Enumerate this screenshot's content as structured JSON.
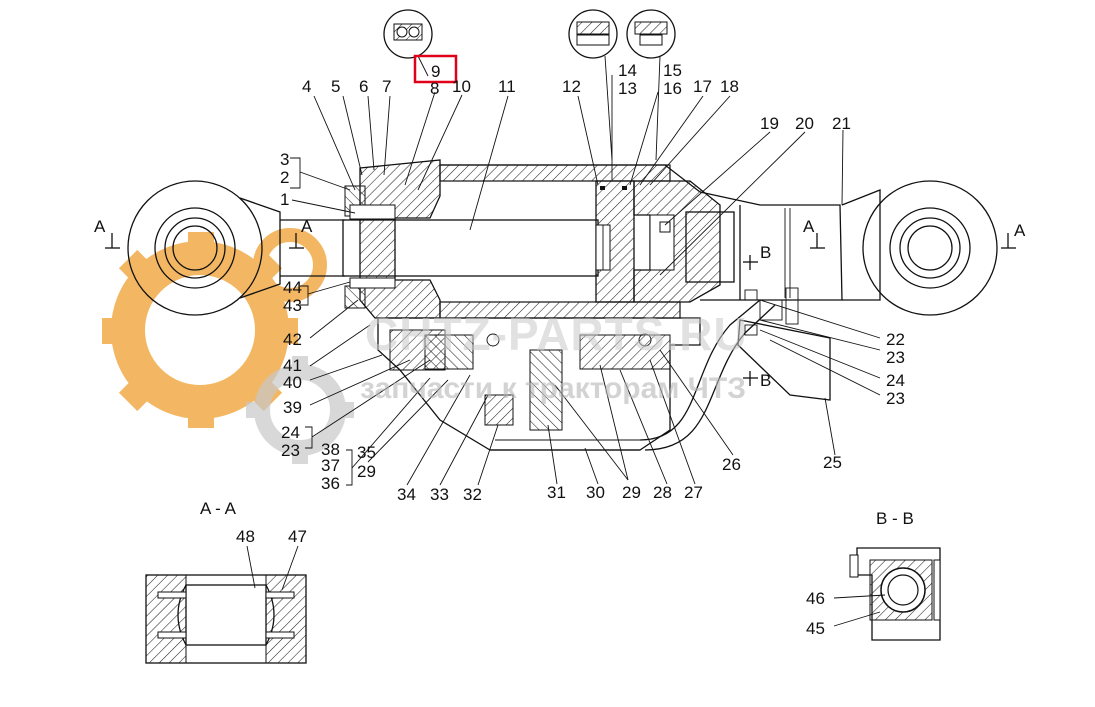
{
  "watermark": {
    "site": "CHTZ-PARTS.RU",
    "tagline": "запчасти к тракторам ЧТЗ"
  },
  "colors": {
    "highlight": "#e0001a",
    "gear_orange": "#f0a030",
    "gear_gray": "#c8c8c8",
    "line": "#111111",
    "hatch": "#333333"
  },
  "highlighted_callout": "9",
  "sections": {
    "aa": "A - A",
    "bb": "B - B"
  },
  "section_marks": {
    "a": "A",
    "b": "B"
  },
  "callouts": [
    {
      "id": "c1",
      "text": "1"
    },
    {
      "id": "c2",
      "text": "2"
    },
    {
      "id": "c3",
      "text": "3"
    },
    {
      "id": "c4",
      "text": "4"
    },
    {
      "id": "c5",
      "text": "5"
    },
    {
      "id": "c6",
      "text": "6"
    },
    {
      "id": "c7",
      "text": "7"
    },
    {
      "id": "c8",
      "text": "8"
    },
    {
      "id": "c9",
      "text": "9"
    },
    {
      "id": "c10",
      "text": "10"
    },
    {
      "id": "c11",
      "text": "11"
    },
    {
      "id": "c12",
      "text": "12"
    },
    {
      "id": "c13",
      "text": "13"
    },
    {
      "id": "c14",
      "text": "14"
    },
    {
      "id": "c15",
      "text": "15"
    },
    {
      "id": "c16",
      "text": "16"
    },
    {
      "id": "c17",
      "text": "17"
    },
    {
      "id": "c18",
      "text": "18"
    },
    {
      "id": "c19",
      "text": "19"
    },
    {
      "id": "c20",
      "text": "20"
    },
    {
      "id": "c21",
      "text": "21"
    },
    {
      "id": "c22",
      "text": "22"
    },
    {
      "id": "c23a",
      "text": "23"
    },
    {
      "id": "c24a",
      "text": "24"
    },
    {
      "id": "c23b",
      "text": "23"
    },
    {
      "id": "c25",
      "text": "25"
    },
    {
      "id": "c26",
      "text": "26"
    },
    {
      "id": "c27",
      "text": "27"
    },
    {
      "id": "c28",
      "text": "28"
    },
    {
      "id": "c29a",
      "text": "29"
    },
    {
      "id": "c30",
      "text": "30"
    },
    {
      "id": "c31",
      "text": "31"
    },
    {
      "id": "c32",
      "text": "32"
    },
    {
      "id": "c33",
      "text": "33"
    },
    {
      "id": "c34",
      "text": "34"
    },
    {
      "id": "c29b",
      "text": "29"
    },
    {
      "id": "c35",
      "text": "35"
    },
    {
      "id": "c36",
      "text": "36"
    },
    {
      "id": "c37",
      "text": "37"
    },
    {
      "id": "c38",
      "text": "38"
    },
    {
      "id": "c23c",
      "text": "23"
    },
    {
      "id": "c24b",
      "text": "24"
    },
    {
      "id": "c39",
      "text": "39"
    },
    {
      "id": "c40",
      "text": "40"
    },
    {
      "id": "c41",
      "text": "41"
    },
    {
      "id": "c42",
      "text": "42"
    },
    {
      "id": "c43",
      "text": "43"
    },
    {
      "id": "c44",
      "text": "44"
    },
    {
      "id": "c45",
      "text": "45"
    },
    {
      "id": "c46",
      "text": "46"
    },
    {
      "id": "c47",
      "text": "47"
    },
    {
      "id": "c48",
      "text": "48"
    }
  ]
}
